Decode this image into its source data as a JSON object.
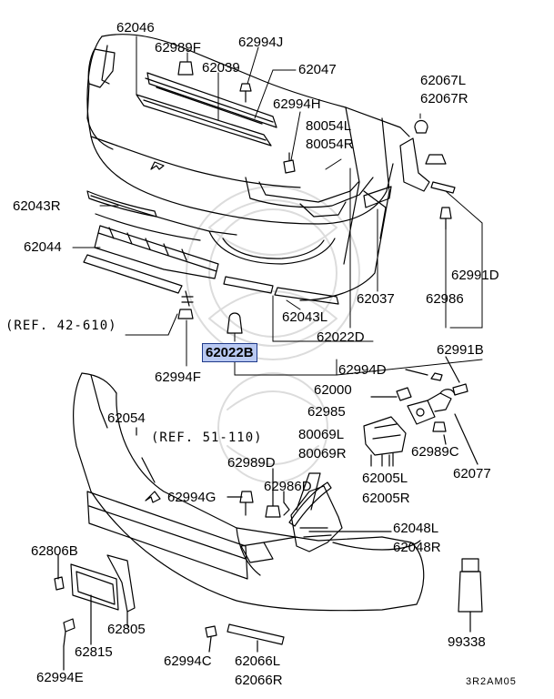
{
  "diagram": {
    "ink_color": "#000000",
    "highlight_fill": "#b9c9f2",
    "highlight_border": "#1f3a8a",
    "watermark_color": "#dcdcdc",
    "drawing_code": "3R2AM05",
    "parts": [
      {
        "id": "62046",
        "text": "62046"
      },
      {
        "id": "62989F",
        "text": "62989F"
      },
      {
        "id": "62994J",
        "text": "62994J"
      },
      {
        "id": "62039",
        "text": "62039"
      },
      {
        "id": "62047",
        "text": "62047"
      },
      {
        "id": "62994H",
        "text": "62994H"
      },
      {
        "id": "80054L",
        "text": "80054L"
      },
      {
        "id": "80054R",
        "text": "80054R"
      },
      {
        "id": "62067L",
        "text": "62067L"
      },
      {
        "id": "62067R",
        "text": "62067R"
      },
      {
        "id": "62043R",
        "text": "62043R"
      },
      {
        "id": "62044",
        "text": "62044"
      },
      {
        "id": "62991D",
        "text": "62991D"
      },
      {
        "id": "62037",
        "text": "62037"
      },
      {
        "id": "62986",
        "text": "62986"
      },
      {
        "id": "ref-42-610",
        "text": "(REF. 42-610)"
      },
      {
        "id": "62043L",
        "text": "62043L"
      },
      {
        "id": "62022D",
        "text": "62022D"
      },
      {
        "id": "62022B",
        "text": "62022B",
        "highlighted": true
      },
      {
        "id": "62994F",
        "text": "62994F"
      },
      {
        "id": "62000",
        "text": "62000"
      },
      {
        "id": "62991B",
        "text": "62991B"
      },
      {
        "id": "62994D",
        "text": "62994D"
      },
      {
        "id": "62985",
        "text": "62985"
      },
      {
        "id": "62054",
        "text": "62054"
      },
      {
        "id": "ref-51-110",
        "text": "(REF. 51-110)"
      },
      {
        "id": "80069L",
        "text": "80069L"
      },
      {
        "id": "80069R",
        "text": "80069R"
      },
      {
        "id": "62989C",
        "text": "62989C"
      },
      {
        "id": "62989D",
        "text": "62989D"
      },
      {
        "id": "62986D",
        "text": "62986D"
      },
      {
        "id": "62005L",
        "text": "62005L"
      },
      {
        "id": "62005R",
        "text": "62005R"
      },
      {
        "id": "62077",
        "text": "62077"
      },
      {
        "id": "62994G",
        "text": "62994G"
      },
      {
        "id": "62048L",
        "text": "62048L"
      },
      {
        "id": "62048R",
        "text": "62048R"
      },
      {
        "id": "62806B",
        "text": "62806B"
      },
      {
        "id": "62805",
        "text": "62805"
      },
      {
        "id": "62815",
        "text": "62815"
      },
      {
        "id": "99338",
        "text": "99338"
      },
      {
        "id": "62994E",
        "text": "62994E"
      },
      {
        "id": "62994C",
        "text": "62994C"
      },
      {
        "id": "62066L",
        "text": "62066L"
      },
      {
        "id": "62066R",
        "text": "62066R"
      }
    ]
  }
}
